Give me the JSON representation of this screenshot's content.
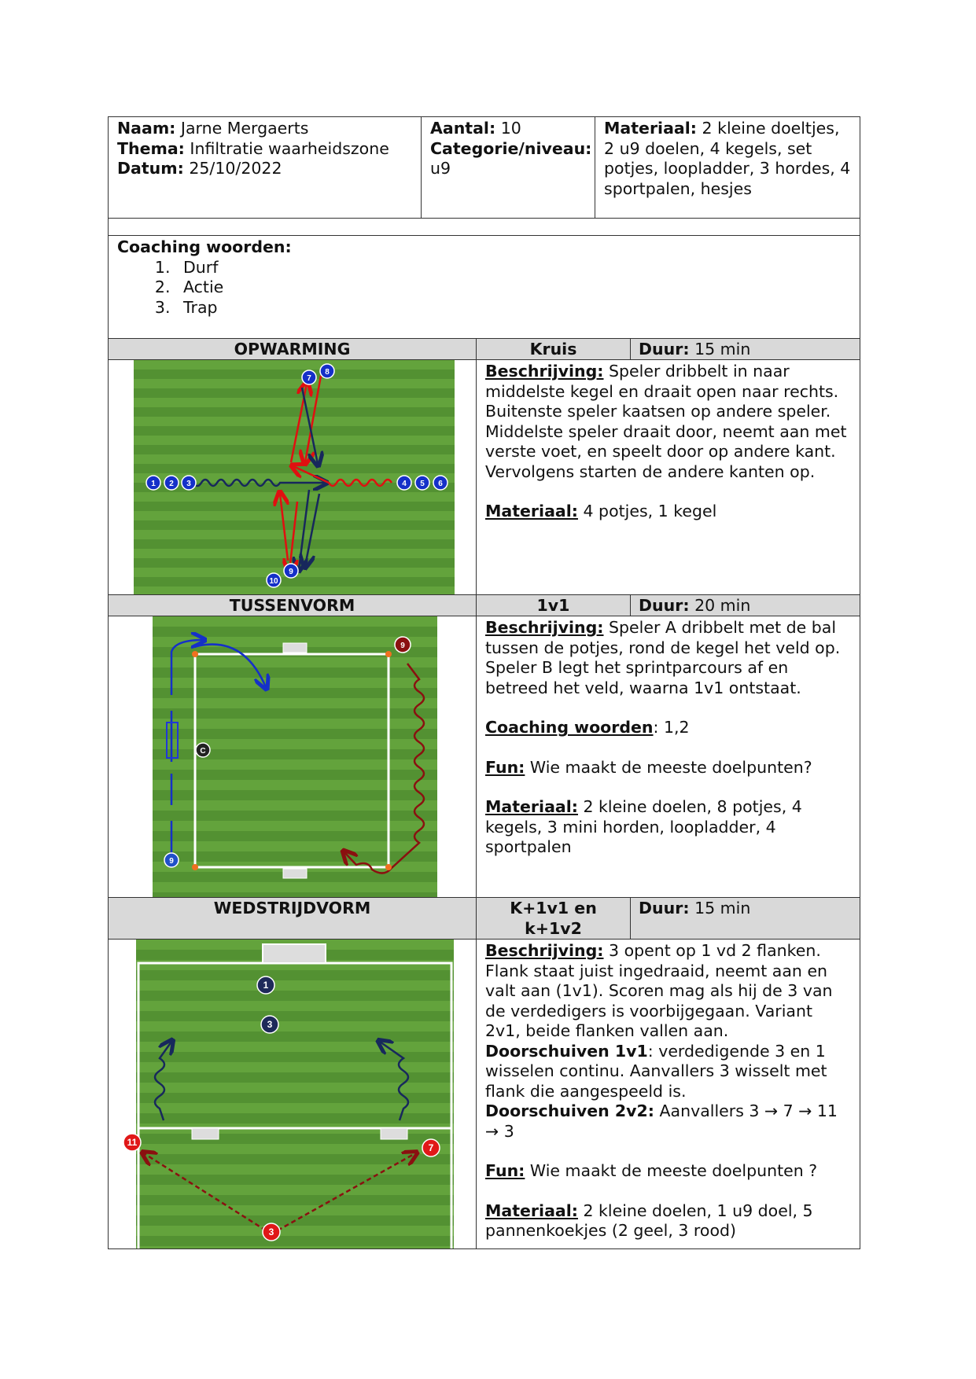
{
  "header": {
    "name_label": "Naam:",
    "name_value": "Jarne Mergaerts",
    "theme_label": "Thema:",
    "theme_value": "Infiltratie waarheidszone",
    "date_label": "Datum:",
    "date_value": "25/10/2022",
    "count_label": "Aantal:",
    "count_value": "10",
    "category_label": "Categorie/niveau:",
    "category_value": "u9",
    "material_label": "Materiaal:",
    "material_value": "2 kleine doeltjes, 2 u9 doelen, 4 kegels, set potjes, loopladder, 3 hordes, 4 sportpalen, hesjes"
  },
  "coaching": {
    "title": "Coaching woorden:",
    "items": [
      "Durf",
      "Actie",
      "Trap"
    ]
  },
  "duration_label": "Duur:",
  "sections": [
    {
      "phase": "OPWARMING",
      "name": "Kruis",
      "duration": "15 min",
      "desc_label": "Beschrijving:",
      "desc": "Speler dribbelt in naar middelste kegel en draait open naar rechts. Buitenste speler kaatsen op andere speler. Middelste speler draait door, neemt aan met verste voet, en speelt door op andere kant. Vervolgens starten de andere kanten op.",
      "material_label": "Materiaal:",
      "material": "4 potjes, 1 kegel",
      "players": [
        "1",
        "2",
        "3",
        "4",
        "5",
        "6",
        "7",
        "8",
        "9",
        "10"
      ]
    },
    {
      "phase": "TUSSENVORM",
      "name": "1v1",
      "duration": "20 min",
      "desc_label": "Beschrijving:",
      "desc": "Speler A dribbelt met de bal tussen de potjes, rond de kegel het veld op. Speler B legt het sprintparcours af en betreed het veld, waarna 1v1 ontstaat.",
      "coach_label": "Coaching woorden",
      "coach": ": 1,2",
      "fun_label": "Fun:",
      "fun": "Wie maakt de meeste doelpunten?",
      "material_label": "Materiaal:",
      "material": "2 kleine doelen, 8 potjes, 4 kegels, 3 mini horden, loopladder, 4 sportpalen",
      "players": [
        "9",
        "9",
        "C"
      ]
    },
    {
      "phase": "WEDSTRIJDVORM",
      "name": "K+1v1 en k+1v2",
      "duration": "15 min",
      "desc_label": "Beschrijving:",
      "desc": "3 opent op 1 vd 2 flanken. Flank staat juist ingedraaid, neemt aan en valt aan (1v1). Scoren mag als hij de 3 van de verdedigers is voorbijgegaan. Variant 2v1, beide flanken vallen aan.",
      "shift1_label": "Doorschuiven 1v1",
      "shift1": ": verdedigende 3 en 1 wisselen continu. Aanvallers 3 wisselt met flank die aangespeeld is.",
      "shift2_label": "Doorschuiven 2v2:",
      "shift2": "Aanvallers 3 → 7 → 11 → 3",
      "fun_label": "Fun:",
      "fun": "Wie maakt de meeste doelpunten ?",
      "material_label": "Materiaal:",
      "material": "2 kleine doelen, 1 u9 doel, 5 pannenkoekjes (2 geel, 3 rood)",
      "players": [
        "1",
        "3",
        "11",
        "7",
        "3"
      ]
    }
  ],
  "colors": {
    "grass_light": "#5f9e3a",
    "grass_dark": "#4f8a2e",
    "blue_player": "#1530c8",
    "red_arrow": "#e01010",
    "navy_arrow": "#17285c",
    "dark_red": "#8a1010"
  }
}
